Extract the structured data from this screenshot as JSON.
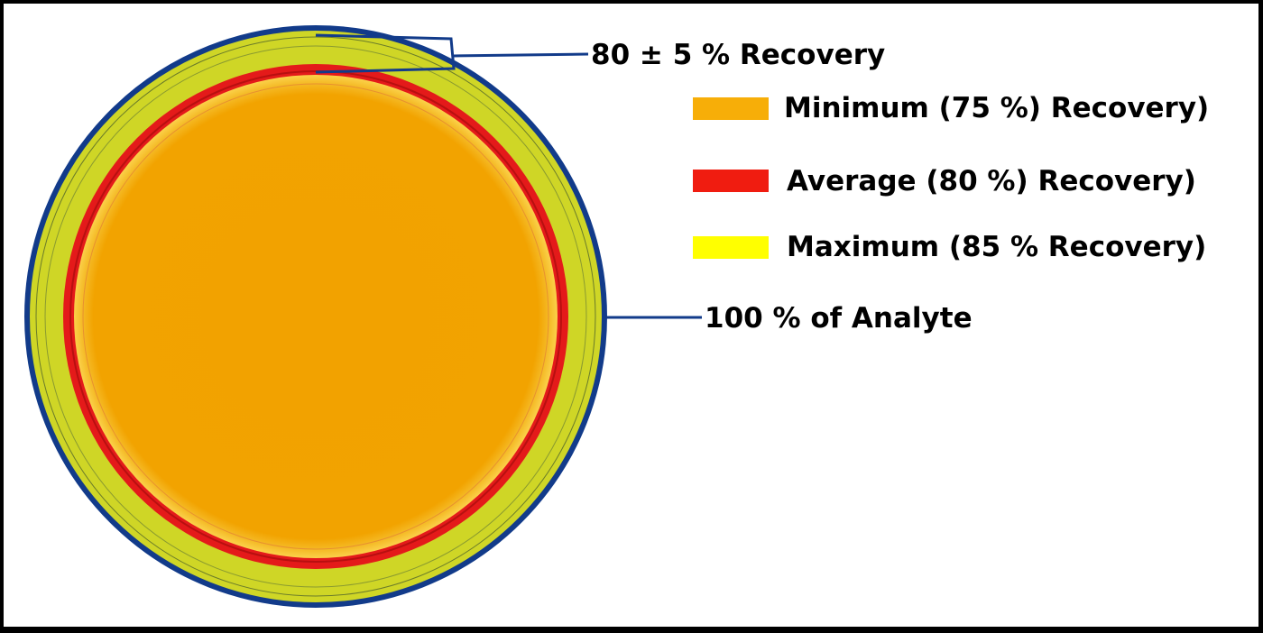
{
  "callouts": {
    "recovery_range": "80 ± 5 % Recovery",
    "total_analyte": "100 % of Analyte"
  },
  "legend": [
    {
      "label": "Minimum (75 %) Recovery)",
      "color": "#f7ae08"
    },
    {
      "label": "Average (80 %) Recovery)",
      "color": "#f01c10"
    },
    {
      "label": "Maximum (85 % Recovery)",
      "color": "#ffff00"
    }
  ],
  "colors": {
    "outer_ring": "#123b8a",
    "band": "#cfd626",
    "red_ring": "#e41a1a",
    "core": "#f2a200",
    "background": "#ffffff",
    "frame": "#000000"
  },
  "circle_fractions": {
    "outer": 1.0,
    "maximum": 0.85,
    "average": 0.8,
    "minimum": 0.75
  }
}
